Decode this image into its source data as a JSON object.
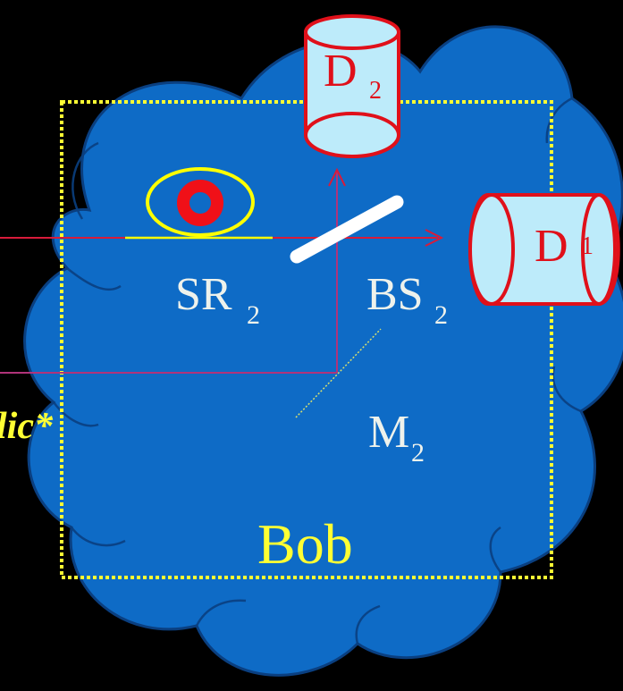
{
  "labels": {
    "sr": "SR",
    "sr_sub": "2",
    "bs": "BS",
    "bs_sub": "2",
    "m": "M",
    "m_sub": "2",
    "d1": "D",
    "d1_sub": "1",
    "d2": "D",
    "d2_sub": "2",
    "bob": "Bob",
    "alice_fragment": "lic*"
  },
  "colors": {
    "background": "#000000",
    "cloud_fill": "#0E6BC6",
    "cloud_stroke": "#0A3F80",
    "box_dotted": "#FFFF33",
    "beam": "#D81B3A",
    "beam_lower": "#B0337A",
    "detector_fill": "#BDEBFA",
    "detector_stroke": "#E0101A",
    "label_light": "#EEF2EC",
    "label_yellow": "#FFFF33",
    "eye_ring": "#FFFF00",
    "eye_pupil": "#F01018"
  },
  "icons": {
    "eye": "eye-icon",
    "beam_splitter": "beam-splitter-icon",
    "mirror": "mirror-icon",
    "detector": "detector-icon"
  }
}
